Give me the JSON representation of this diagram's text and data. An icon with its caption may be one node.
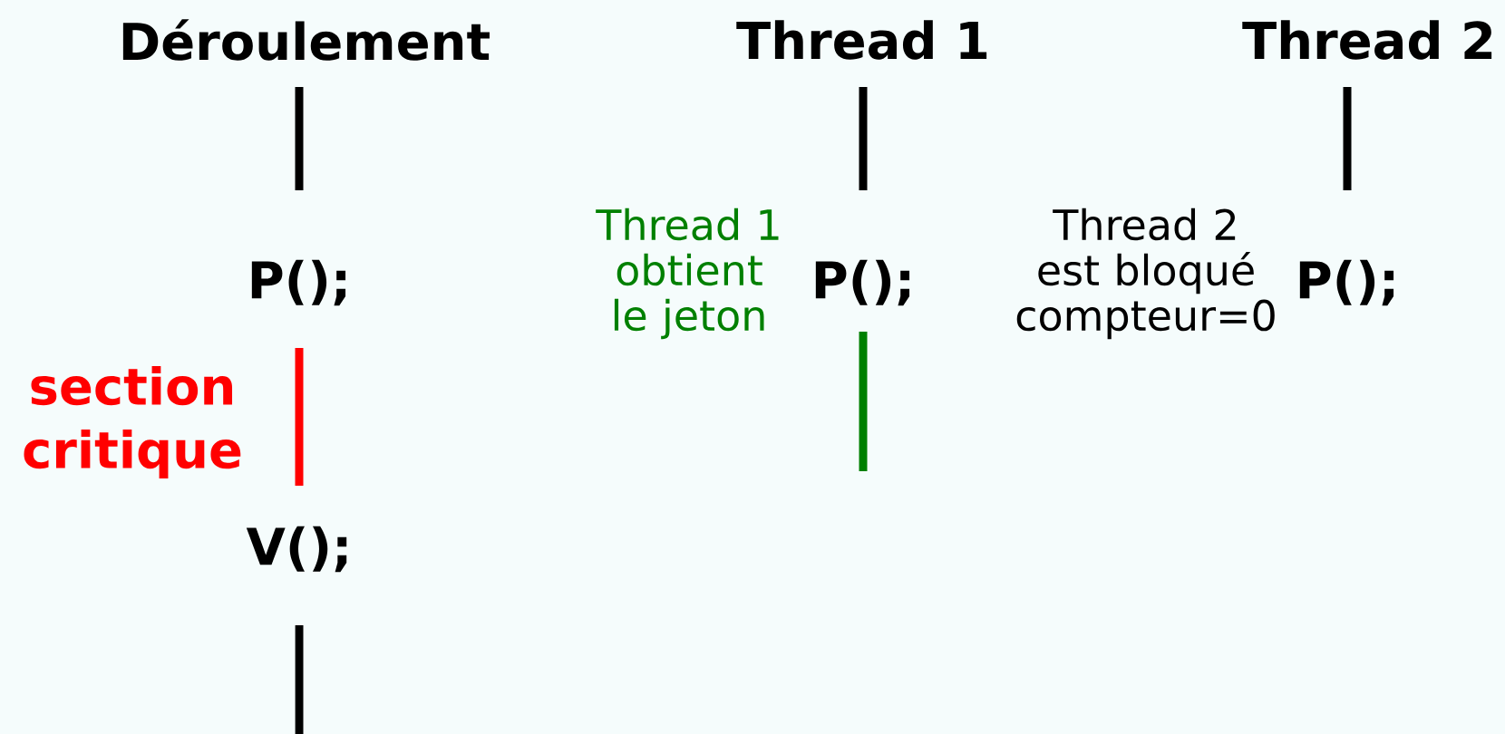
{
  "diagram": {
    "labels": [
      "Déroulement",
      "Thread 1",
      "Thread 2",
      "P();",
      "Thread 1 obtient le jeton",
      "P();",
      "Thread 2 est bloqué compteur=0",
      "P();",
      "section critique",
      "V();"
    ]
  }
}
